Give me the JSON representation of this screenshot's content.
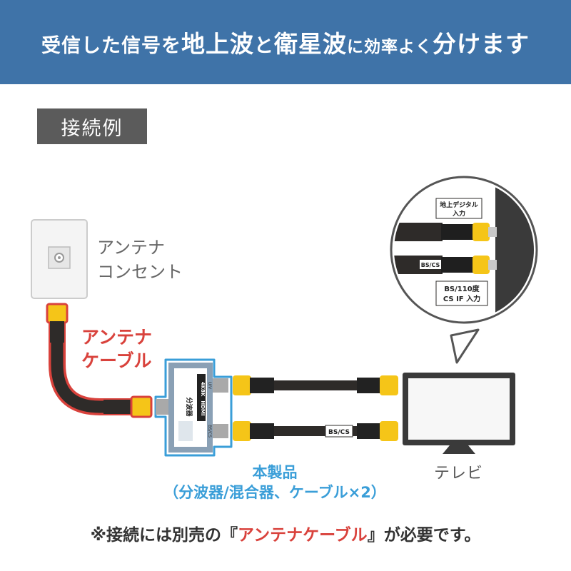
{
  "banner": {
    "part1": "受信した信号を",
    "em1": "地上波",
    "part2": "と",
    "em2": "衛星波",
    "part3": "に効率よく",
    "em3": "分けます"
  },
  "section_label": "接続例",
  "outlet": {
    "line1": "アンテナ",
    "line2": "コンセント"
  },
  "antenna_cable": {
    "line1": "アンテナ",
    "line2": "ケーブル"
  },
  "tv": {
    "label": "テレビ"
  },
  "product": {
    "line1": "本製品",
    "line2": "（分波器/混合器、ケーブル×2）"
  },
  "splitter": {
    "name": "分波器",
    "badge_4k8k": "4K8K",
    "badge_hdmi": "HDMI",
    "port_uv": "U/V",
    "port_bscs": "BS/CS"
  },
  "cable_tag": "BS/CS",
  "callout": {
    "terrestrial_line1": "地上デジタル",
    "terrestrial_line2": "入力",
    "bscs_tag": "BS/CS",
    "sat_line1": "BS/110度",
    "sat_line2": "CS IF 入力"
  },
  "footnote": {
    "part1": "※接続には別売の『",
    "highlight": "アンテナケーブル",
    "part2": "』が必要です。"
  },
  "colors": {
    "banner": "#3f73a8",
    "accent_red": "#d9423c",
    "accent_blue": "#3a9ed8",
    "connector_yellow": "#f5c518",
    "cable_dark": "#2e2b29"
  }
}
